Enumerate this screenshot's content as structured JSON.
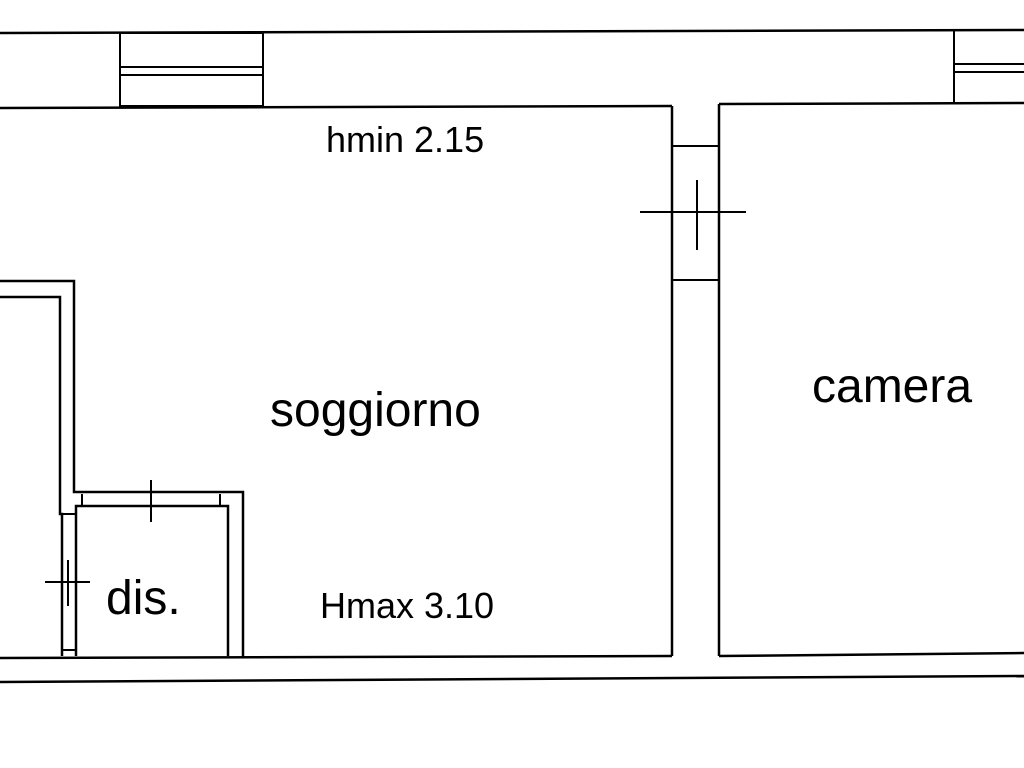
{
  "plan": {
    "rooms": [
      {
        "name": "soggiorno"
      },
      {
        "name": "camera"
      },
      {
        "name": "dis."
      }
    ],
    "height_min_label": "hmin 2.15",
    "height_max_label": "Hmax 3.10",
    "line_color": "#000000",
    "background_color": "#ffffff"
  }
}
